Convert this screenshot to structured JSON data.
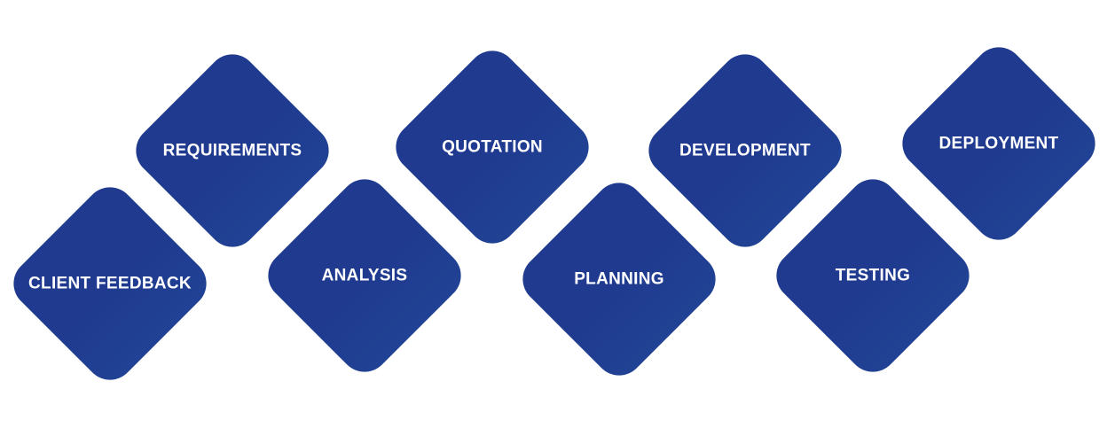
{
  "colors": {
    "gradient_start": "#1f3a8f",
    "gradient_mid": "#2f78b6",
    "gradient_end": "#80cde9",
    "label": "#ffffff",
    "background": "#ffffff"
  },
  "steps": [
    {
      "label": "CLIENT FEEDBACK",
      "row": "bottom",
      "order": 1
    },
    {
      "label": "REQUIREMENTS",
      "row": "top",
      "order": 2
    },
    {
      "label": "ANALYSIS",
      "row": "bottom",
      "order": 3
    },
    {
      "label": "QUOTATION",
      "row": "top",
      "order": 4
    },
    {
      "label": "PLANNING",
      "row": "bottom",
      "order": 5
    },
    {
      "label": "DEVELOPMENT",
      "row": "top",
      "order": 6
    },
    {
      "label": "TESTING",
      "row": "bottom",
      "order": 7
    },
    {
      "label": "DEPLOYMENT",
      "row": "top",
      "order": 8
    }
  ]
}
